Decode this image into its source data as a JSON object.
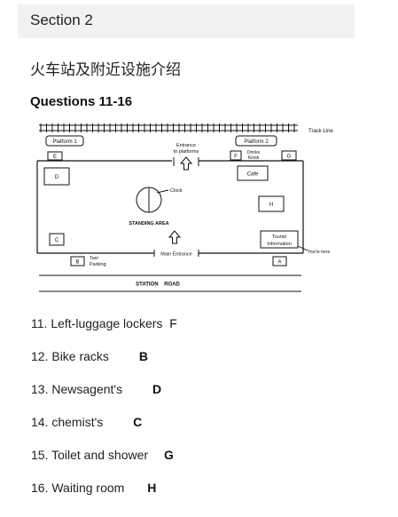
{
  "header": {
    "title": "Section 2"
  },
  "subtitle": "火车站及附近设施介绍",
  "questions_heading": "Questions 11-16",
  "map": {
    "track_line": "Track Line",
    "platform1": "Platform 1",
    "platform2": "Platform 2",
    "entrance_platforms_line1": "Entrance",
    "entrance_platforms_line2": "to platforms",
    "drinks_line1": "Drinks",
    "drinks_line2": "Kiosk",
    "cafe": "Cafe",
    "clock": "Clock",
    "standing_area": "STANDING AREA",
    "tourist_line1": "Tourist",
    "tourist_line2": "Information",
    "you_are_here": "You're here",
    "main_entrance": "Main Entrance",
    "taxi_line1": "Taxi",
    "taxi_line2": "Parking",
    "station_road": "STATION    ROAD",
    "labels": {
      "A": "A",
      "B": "B",
      "C": "C",
      "D": "D",
      "E": "E",
      "F": "F",
      "G": "G",
      "H": "H"
    }
  },
  "answers": [
    {
      "number": "11.",
      "text": "Left-luggage lockers",
      "letter": "F"
    },
    {
      "number": "12.",
      "text": "Bike racks",
      "letter": "B"
    },
    {
      "number": "13.",
      "text": "Newsagent's",
      "letter": "D"
    },
    {
      "number": "14.",
      "text": "chemist's",
      "letter": "C"
    },
    {
      "number": "15.",
      "text": "Toilet and shower",
      "letter": "G"
    },
    {
      "number": "16.",
      "text": "Waiting room",
      "letter": "H"
    }
  ]
}
